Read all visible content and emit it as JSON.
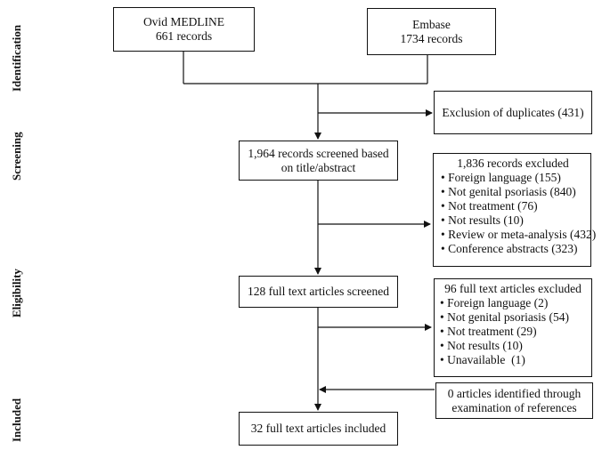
{
  "stages": {
    "identification": "Identification",
    "screening": "Screening",
    "eligibility": "Eligibility",
    "included": "Included"
  },
  "boxes": {
    "medline": {
      "line1": "Ovid MEDLINE",
      "line2": "661 records"
    },
    "embase": {
      "line1": "Embase",
      "line2": "1734 records"
    },
    "duplicates": {
      "text": "Exclusion of duplicates (431)"
    },
    "screened": {
      "line1": "1,964 records screened based",
      "line2": "on title/abstract"
    },
    "excluded_records": {
      "header": "1,836 records excluded",
      "items": [
        "Foreign language (155)",
        "Not genital psoriasis (840)",
        "Not treatment (76)",
        "Not results (10)",
        "Review or meta-analysis (432)",
        "Conference abstracts (323)"
      ]
    },
    "fulltext_screened": {
      "text": "128 full text articles screened"
    },
    "excluded_fulltext": {
      "header": "96 full text articles excluded",
      "items": [
        "Foreign language (2)",
        "Not genital psoriasis (54)",
        "Not treatment (29)",
        "Not results (10)",
        "Unavailable  (1)"
      ]
    },
    "references": {
      "line1": "0 articles identified through",
      "line2": "examination of references"
    },
    "included": {
      "text": "32 full text articles included"
    }
  }
}
